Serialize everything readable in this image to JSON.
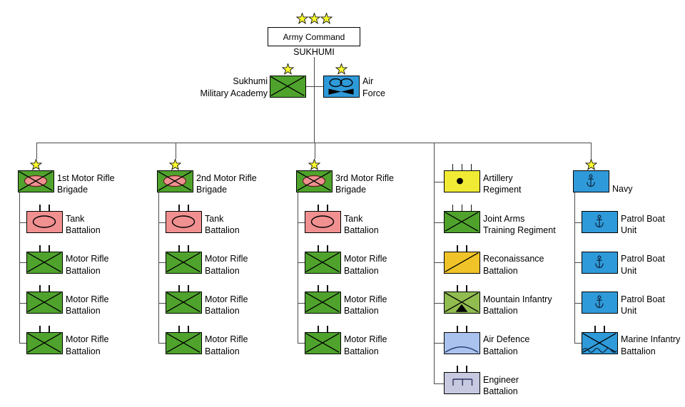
{
  "command": {
    "title": "Army Command",
    "location": "SUKHUMI",
    "stars": 3
  },
  "staff": [
    {
      "name": "sukhumi-military-academy",
      "label_lines": [
        "Sukhumi",
        "Military Academy"
      ],
      "label_side": "left",
      "symbol": "infantry-x",
      "color_key": "green",
      "star": true
    },
    {
      "name": "air-force",
      "label_lines": [
        "Air",
        "Force"
      ],
      "label_side": "right",
      "symbol": "air-force",
      "color_key": "blue",
      "star": true
    }
  ],
  "columns": [
    {
      "star": true,
      "units": [
        {
          "name": "1st-motor-rifle-brigade",
          "label_lines": [
            "1st Motor Rifle",
            "Brigade"
          ],
          "symbol": "motorized-infantry",
          "color_key": "green",
          "echelon": "none"
        },
        {
          "name": "tank-battalion",
          "label_lines": [
            "Tank",
            "Battalion"
          ],
          "symbol": "armor",
          "color_key": "pink",
          "echelon": "II"
        },
        {
          "name": "motor-rifle-battalion",
          "label_lines": [
            "Motor Rifle",
            "Battalion"
          ],
          "symbol": "infantry-x",
          "color_key": "green",
          "echelon": "II"
        },
        {
          "name": "motor-rifle-battalion",
          "label_lines": [
            "Motor Rifle",
            "Battalion"
          ],
          "symbol": "infantry-x",
          "color_key": "green",
          "echelon": "II"
        },
        {
          "name": "motor-rifle-battalion",
          "label_lines": [
            "Motor Rifle",
            "Battalion"
          ],
          "symbol": "infantry-x",
          "color_key": "green",
          "echelon": "II"
        }
      ]
    },
    {
      "star": true,
      "units": [
        {
          "name": "2nd-motor-rifle-brigade",
          "label_lines": [
            "2nd Motor Rifle",
            "Brigade"
          ],
          "symbol": "motorized-infantry",
          "color_key": "green",
          "echelon": "none"
        },
        {
          "name": "tank-battalion",
          "label_lines": [
            "Tank",
            "Battalion"
          ],
          "symbol": "armor",
          "color_key": "pink",
          "echelon": "II"
        },
        {
          "name": "motor-rifle-battalion",
          "label_lines": [
            "Motor Rifle",
            "Battalion"
          ],
          "symbol": "infantry-x",
          "color_key": "green",
          "echelon": "II"
        },
        {
          "name": "motor-rifle-battalion",
          "label_lines": [
            "Motor Rifle",
            "Battalion"
          ],
          "symbol": "infantry-x",
          "color_key": "green",
          "echelon": "II"
        },
        {
          "name": "motor-rifle-battalion",
          "label_lines": [
            "Motor Rifle",
            "Battalion"
          ],
          "symbol": "infantry-x",
          "color_key": "green",
          "echelon": "II"
        }
      ]
    },
    {
      "star": true,
      "units": [
        {
          "name": "3rd-motor-rifle-brigade",
          "label_lines": [
            "3rd Motor Rifle",
            "Brigade"
          ],
          "symbol": "motorized-infantry",
          "color_key": "green",
          "echelon": "none"
        },
        {
          "name": "tank-battalion",
          "label_lines": [
            "Tank",
            "Battalion"
          ],
          "symbol": "armor",
          "color_key": "pink",
          "echelon": "II"
        },
        {
          "name": "motor-rifle-battalion",
          "label_lines": [
            "Motor Rifle",
            "Battalion"
          ],
          "symbol": "infantry-x",
          "color_key": "green",
          "echelon": "II"
        },
        {
          "name": "motor-rifle-battalion",
          "label_lines": [
            "Motor Rifle",
            "Battalion"
          ],
          "symbol": "infantry-x",
          "color_key": "green",
          "echelon": "II"
        },
        {
          "name": "motor-rifle-battalion",
          "label_lines": [
            "Motor Rifle",
            "Battalion"
          ],
          "symbol": "infantry-x",
          "color_key": "green",
          "echelon": "II"
        }
      ]
    },
    {
      "star": false,
      "headless": true,
      "units": [
        {
          "name": "artillery-regiment",
          "label_lines": [
            "Artillery",
            "Regiment"
          ],
          "symbol": "artillery",
          "color_key": "yellow",
          "echelon": "III"
        },
        {
          "name": "joint-arms-training-regiment",
          "label_lines": [
            "Joint Arms",
            "Training Regiment"
          ],
          "symbol": "infantry-x",
          "color_key": "green",
          "echelon": "III"
        },
        {
          "name": "reconaissance-battalion",
          "label_lines": [
            "Reconaissance",
            "Battalion"
          ],
          "symbol": "recon",
          "color_key": "gold",
          "echelon": "II"
        },
        {
          "name": "mountain-infantry-battalion",
          "label_lines": [
            "Mountain Infantry",
            "Battalion"
          ],
          "symbol": "mountain-infantry",
          "color_key": "light_green",
          "echelon": "II"
        },
        {
          "name": "air-defence-battalion",
          "label_lines": [
            "Air Defence",
            "Battalion"
          ],
          "symbol": "air-defence",
          "color_key": "light_blue",
          "echelon": "II"
        },
        {
          "name": "engineer-battalion",
          "label_lines": [
            "Engineer",
            "Battalion"
          ],
          "symbol": "engineer",
          "color_key": "lavender",
          "echelon": "II"
        }
      ]
    },
    {
      "star": true,
      "units": [
        {
          "name": "navy",
          "label_lines": [
            "Navy"
          ],
          "symbol": "anchor",
          "color_key": "blue",
          "echelon": "none",
          "label_valign": "bottom"
        },
        {
          "name": "patrol-boat-unit",
          "label_lines": [
            "Patrol Boat",
            "Unit"
          ],
          "symbol": "anchor",
          "color_key": "blue",
          "echelon": "none"
        },
        {
          "name": "patrol-boat-unit",
          "label_lines": [
            "Patrol Boat",
            "Unit"
          ],
          "symbol": "anchor",
          "color_key": "blue",
          "echelon": "none"
        },
        {
          "name": "patrol-boat-unit",
          "label_lines": [
            "Patrol Boat",
            "Unit"
          ],
          "symbol": "anchor",
          "color_key": "blue",
          "echelon": "none"
        },
        {
          "name": "marine-infantry-battalion",
          "label_lines": [
            "Marine Infantry",
            "Battalion"
          ],
          "symbol": "marine-infantry",
          "color_key": "blue",
          "echelon": "II"
        }
      ]
    }
  ],
  "colors": {
    "green": "#4FA32C",
    "light_green": "#90BC50",
    "pink": "#F09090",
    "yellow": "#F0EA35",
    "gold": "#F0C428",
    "blue": "#2F9AD9",
    "light_blue": "#AAC2EE",
    "lavender": "#C6C9E0",
    "line": "#4a4a4a",
    "star_fill": "#FFFF2E",
    "symbol_dark": "#0e2a47",
    "ellipse_outline": "#5e1f1f"
  }
}
